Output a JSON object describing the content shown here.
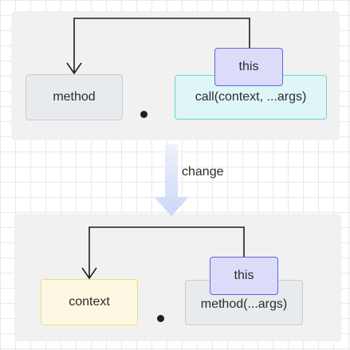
{
  "top": {
    "method_label": "method",
    "call_label": "call(context, ...args)",
    "this_label": "this"
  },
  "transition": {
    "label": "change"
  },
  "bottom": {
    "context_label": "context",
    "method_args_label": "method(...args)",
    "this_label": "this"
  },
  "colors": {
    "panel": "#f1f1f1",
    "gray_box": "#e8ebee",
    "cyan_box": "#dff6f6",
    "yellow_box": "#fdf8e1",
    "this_box": "#dcdcfa",
    "this_border": "#5e67e0",
    "change_arrow": "#d5dcf8"
  }
}
